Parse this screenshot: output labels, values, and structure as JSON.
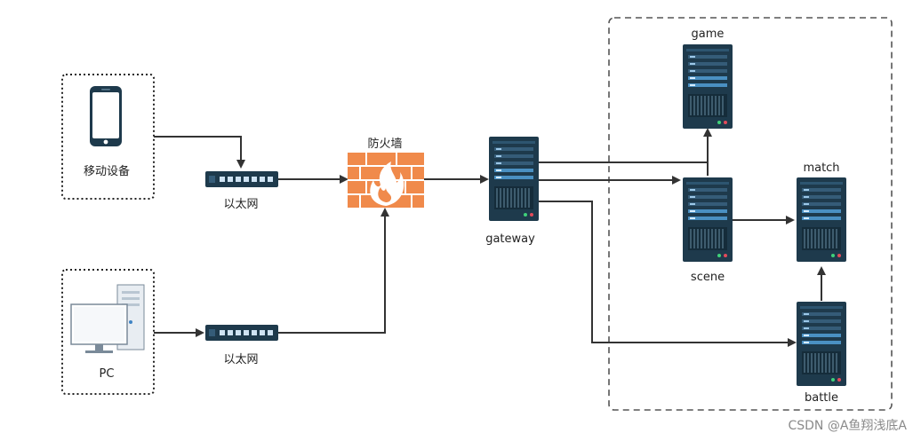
{
  "nodes": {
    "mobile": {
      "label": "移动设备",
      "icon": "smartphone-icon"
    },
    "pc": {
      "label": "PC",
      "icon": "desktop-computer-icon"
    },
    "switch_top": {
      "label": "以太网",
      "icon": "ethernet-switch-icon"
    },
    "switch_bottom": {
      "label": "以太网",
      "icon": "ethernet-switch-icon"
    },
    "firewall": {
      "label": "防火墙",
      "icon": "firewall-icon"
    },
    "gateway": {
      "label": "gateway",
      "icon": "server-icon"
    },
    "game": {
      "label": "game",
      "icon": "server-icon"
    },
    "scene": {
      "label": "scene",
      "icon": "server-icon"
    },
    "match": {
      "label": "match",
      "icon": "server-icon"
    },
    "battle": {
      "label": "battle",
      "icon": "server-icon"
    }
  },
  "edges": [
    {
      "from": "移动设备",
      "to": "以太网"
    },
    {
      "from": "PC",
      "to": "以太网"
    },
    {
      "from": "以太网",
      "to": "防火墙"
    },
    {
      "from": "以太网",
      "to": "防火墙"
    },
    {
      "from": "防火墙",
      "to": "gateway"
    },
    {
      "from": "gateway",
      "to": "scene"
    },
    {
      "from": "gateway",
      "to": "game"
    },
    {
      "from": "gateway",
      "to": "battle"
    },
    {
      "from": "scene",
      "to": "game"
    },
    {
      "from": "scene",
      "to": "match"
    },
    {
      "from": "battle",
      "to": "match"
    }
  ],
  "watermark": "CSDN @A鱼翔浅底A",
  "colors": {
    "server_body": "#1e3a4c",
    "server_accent": "#4a90c2",
    "firewall": "#f08a4b",
    "line": "#333333"
  }
}
